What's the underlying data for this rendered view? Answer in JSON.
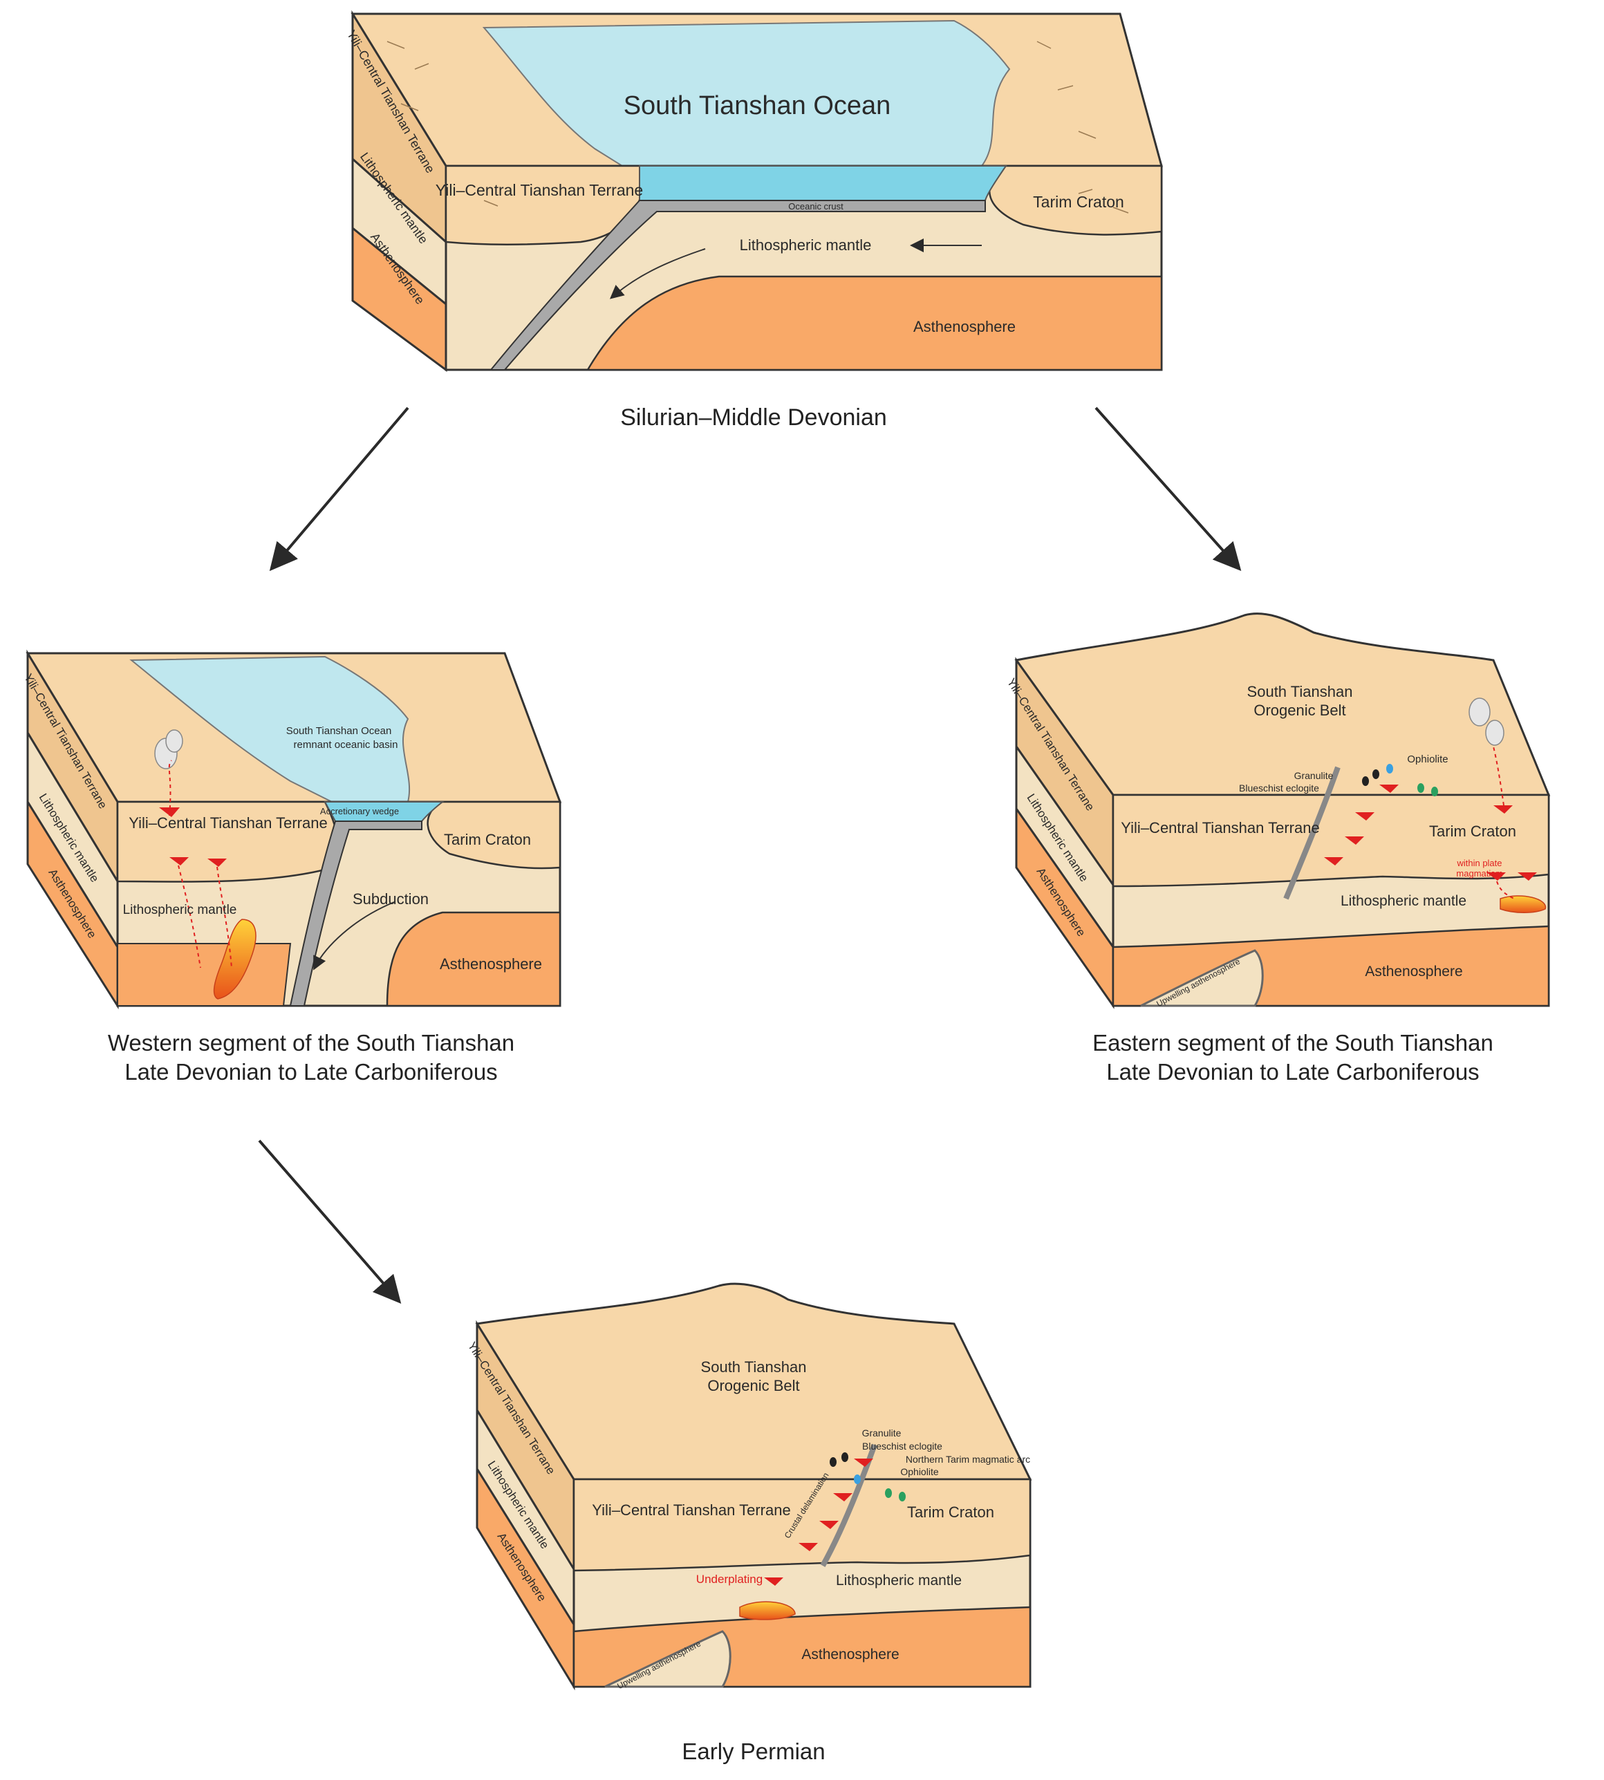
{
  "panels": {
    "top": {
      "caption": "Silurian–Middle Devonian",
      "ocean": "South Tianshan Ocean",
      "side_terrane": "Yili–Central Tianshan Terrane",
      "side_litho": "Lithospheric mantle",
      "side_astheno": "Asthenosphere",
      "terrane": "Yili–Central Tianshan Terrane",
      "craton": "Tarim Craton",
      "crust": "Oceanic crust",
      "litho": "Lithospheric mantle",
      "astheno": "Asthenosphere"
    },
    "west": {
      "caption_line1": "Western segment of the South Tianshan",
      "caption_line2": "Late Devonian to Late Carboniferous",
      "basin_line1": "South Tianshan Ocean",
      "basin_line2": "remnant oceanic basin",
      "wedge": "Accretionary wedge",
      "terrane": "Yili–Central Tianshan Terrane",
      "craton": "Tarim Craton",
      "litho": "Lithospheric mantle",
      "subduction": "Subduction",
      "astheno": "Asthenosphere",
      "side_terrane": "Yili–Central Tianshan Terrane",
      "side_litho": "Lithospheric mantle",
      "side_astheno": "Asthenosphere"
    },
    "east": {
      "caption_line1": "Eastern segment of the South Tianshan",
      "caption_line2": "Late Devonian to Late Carboniferous",
      "belt_line1": "South Tianshan",
      "belt_line2": "Orogenic Belt",
      "ophiolite": "Ophiolite",
      "granulite": "Granulite",
      "blueschist": "Blueschist eclogite",
      "terrane": "Yili–Central Tianshan Terrane",
      "craton": "Tarim Craton",
      "withinplate_line1": "within plate",
      "withinplate_line2": "magmatism",
      "litho": "Lithospheric mantle",
      "astheno": "Asthenosphere",
      "upwelling": "Upwelling asthenosphere",
      "side_terrane": "Yili–Central Tianshan Terrane",
      "side_litho": "Lithospheric mantle",
      "side_astheno": "Asthenosphere"
    },
    "bottom": {
      "caption": "Early Permian",
      "belt_line1": "South Tianshan",
      "belt_line2": "Orogenic Belt",
      "granulite": "Granulite",
      "blueschist": "Blueschist eclogite",
      "arc": "Northern Tarim magmatic arc",
      "ophiolite": "Ophiolite",
      "crustal": "Crustal delamination",
      "terrane": "Yili–Central Tianshan Terrane",
      "craton": "Tarim Craton",
      "underplating": "Underplating",
      "litho": "Lithospheric mantle",
      "astheno": "Asthenosphere",
      "upwelling": "Upwelling asthenosphere",
      "side_terrane": "Yili–Central Tianshan Terrane",
      "side_litho": "Lithospheric mantle",
      "side_astheno": "Asthenosphere"
    }
  },
  "colors": {
    "crust": "#f7d7a9",
    "crust_side": "#efc58f",
    "litho": "#f3e2c2",
    "astheno": "#f9a968",
    "ocean": "#bfe7ee",
    "ocean_deep": "#7fd3e6",
    "slab": "#a9a9a9",
    "magma": "#f07a1a",
    "red": "#e02020"
  }
}
